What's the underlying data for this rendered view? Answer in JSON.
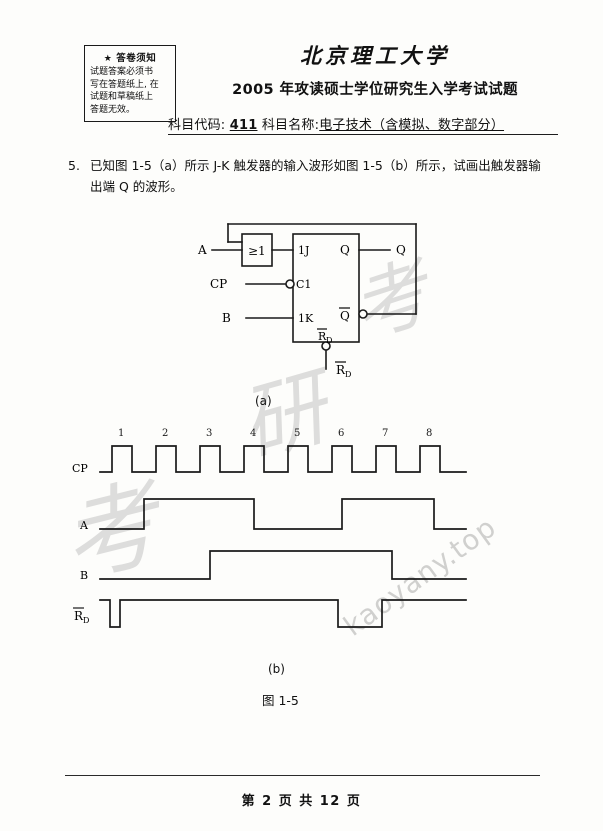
{
  "notice": {
    "title_star": "★",
    "title": "答卷须知",
    "lines": [
      "试题答案必须书",
      "写在答题纸上, 在",
      "试题和草稿纸上",
      "答题无效。"
    ]
  },
  "header": {
    "university": "北京理工大学",
    "exam_title": "2005 年攻读硕士学位研究生入学考试试题",
    "subject_code_label": "科目代码:",
    "subject_code": "411",
    "subject_name_label": "科目名称:",
    "subject_name": "电子技术（含模拟、数字部分）"
  },
  "question": {
    "number": "5.",
    "text": "已知图 1-5（a）所示 J-K 触发器的输入波形如图 1-5（b）所示，试画出触发器输出端 Q 的波形。"
  },
  "circuit": {
    "gate_label": "≥1",
    "input_a": "A",
    "input_cp": "CP",
    "input_b": "B",
    "pin_j": "1J",
    "pin_c": "C1",
    "pin_k": "1K",
    "pin_q": "Q",
    "pin_qbar": "Q",
    "pin_rd": "R",
    "pin_rd_sub": "D",
    "output_q": "Q",
    "external_rd": "R",
    "external_rd_sub": "D",
    "caption": "(a)"
  },
  "waveforms": {
    "caption": "(b)",
    "figure_caption": "图 1-5",
    "clock_numbers": [
      "1",
      "2",
      "3",
      "4",
      "5",
      "6",
      "7",
      "8"
    ],
    "signals": [
      {
        "label": "CP",
        "type": "clock",
        "pulses": 8
      },
      {
        "label": "A",
        "type": "level",
        "transitions": [
          {
            "at": 1.5,
            "to": 1
          },
          {
            "at": 4.0,
            "to": 0
          },
          {
            "at": 5.5,
            "to": 1
          },
          {
            "at": 7.7,
            "to": 0
          }
        ]
      },
      {
        "label": "B",
        "type": "level",
        "transitions": [
          {
            "at": 2.9,
            "to": 1
          },
          {
            "at": 6.7,
            "to": 0
          }
        ]
      },
      {
        "label": "RD",
        "label_overline": "R",
        "label_sub": "D",
        "type": "level",
        "start": 1,
        "transitions": [
          {
            "at": 0.15,
            "to": 0
          },
          {
            "at": 0.45,
            "to": 1
          },
          {
            "at": 5.55,
            "to": 0
          },
          {
            "at": 6.55,
            "to": 1
          }
        ]
      }
    ]
  },
  "footer": {
    "text": "第 2 页 共 12 页"
  },
  "watermarks": {
    "cjk_1": "考",
    "cjk_2": "考",
    "cjk_3": "研",
    "url": "kaoyany.top"
  },
  "colors": {
    "ink": "#1a1a1a",
    "paper": "#fdfdfb",
    "watermark": "#969696"
  }
}
